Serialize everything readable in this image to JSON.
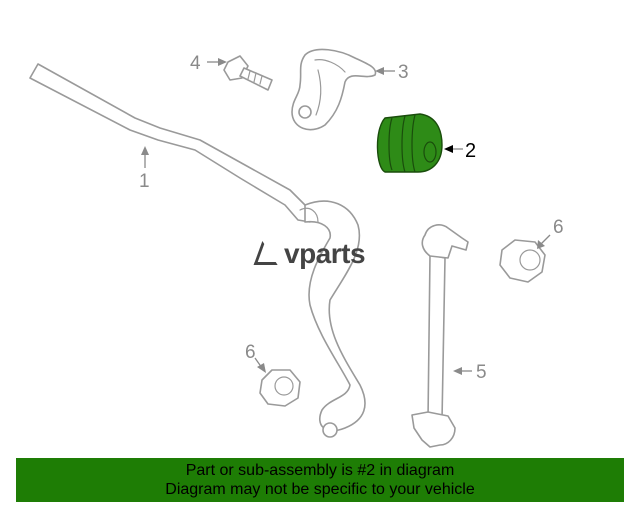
{
  "diagram": {
    "callouts": {
      "part1": "1",
      "part2": "2",
      "part3": "3",
      "part4": "4",
      "part5": "5",
      "part6a": "6",
      "part6b": "6"
    },
    "highlight_color": "#2e8b17"
  },
  "watermark": "vparts",
  "banner": {
    "line1": "Part or sub-assembly is #2 in diagram",
    "line2": "Diagram may not be specific to your vehicle",
    "background": "#1e7d05"
  }
}
